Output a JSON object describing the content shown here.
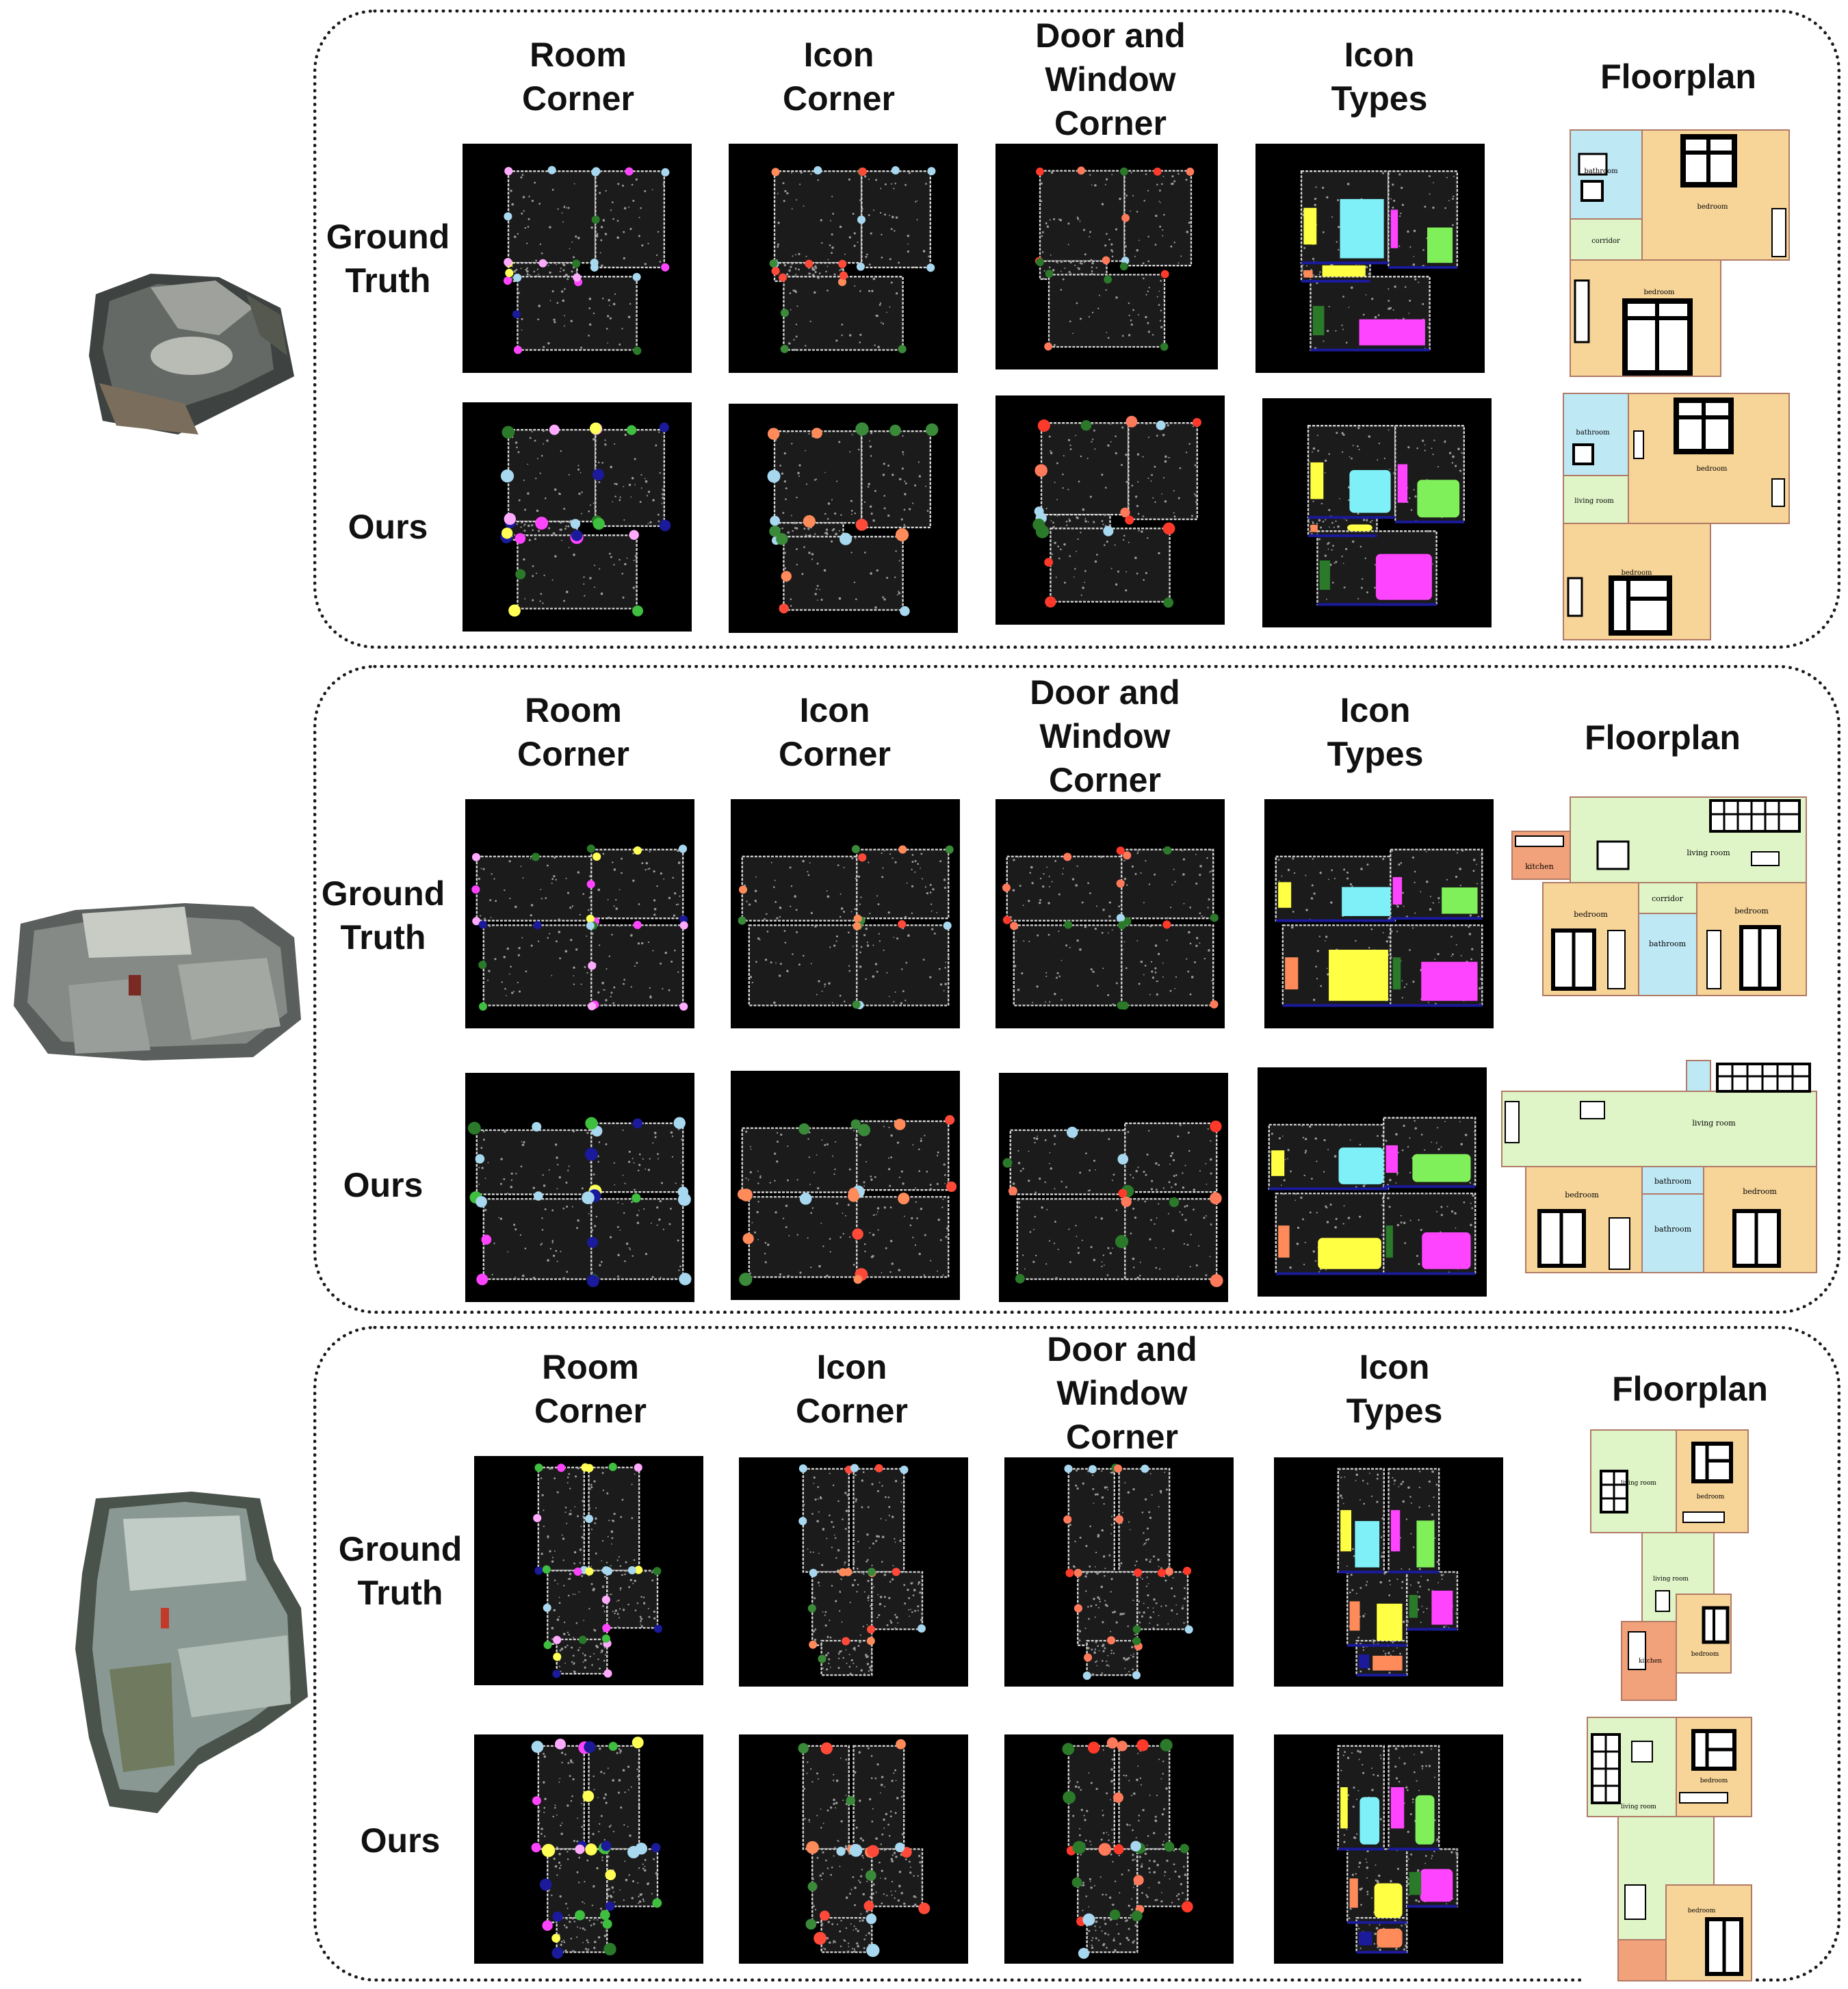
{
  "columns": [
    {
      "lines": [
        "Room",
        "Corner"
      ]
    },
    {
      "lines": [
        "Icon",
        "Corner"
      ]
    },
    {
      "lines": [
        "Door and",
        "Window",
        "Corner"
      ]
    },
    {
      "lines": [
        "Icon",
        "Types"
      ]
    },
    {
      "lines": [
        "Floorplan"
      ]
    }
  ],
  "rows": [
    {
      "lines": [
        "Ground",
        "Truth"
      ]
    },
    {
      "lines": [
        "Ours"
      ]
    }
  ],
  "groups": [
    {
      "floorplans": {
        "gt": [
          "bathroom",
          "corridor",
          "bedroom",
          "bedroom"
        ],
        "ours": [
          "bathroom",
          "living room",
          "bedroom",
          "bedroom"
        ]
      }
    },
    {
      "floorplans": {
        "gt": [
          "kitchen",
          "living room",
          "corridor",
          "bedroom",
          "bathroom",
          "bedroom"
        ],
        "ours": [
          "living room",
          "bathroom",
          "bedroom",
          "bathroom",
          "bedroom"
        ]
      }
    },
    {
      "floorplans": {
        "gt": [
          "living room",
          "bedroom",
          "living room",
          "kitchen",
          "bedroom"
        ],
        "ours": [
          "living room",
          "bedroom",
          "bedroom"
        ]
      }
    }
  ],
  "colors": {
    "room_corner": [
      "#a8d8f0",
      "#3fbf3f",
      "#ffff55",
      "#ff44ff",
      "#2a7a2a",
      "#1a1a9a",
      "#ffaaff"
    ],
    "icon_corner": [
      "#ff4a3a",
      "#a8d8f0",
      "#3a8a3a",
      "#ff8a5a"
    ],
    "door_window_corner": [
      "#ff7a5a",
      "#2a7a2a",
      "#a8d8f0",
      "#ff3a2a"
    ],
    "icon_types": [
      "#7ff0f8",
      "#7ff05a",
      "#ffff44",
      "#ff44ff",
      "#ff8a5a",
      "#2a7a2a",
      "#1a1a9a"
    ],
    "room_fill": {
      "bathroom": "#bfe8f5",
      "corridor": "#dff5c8",
      "living room": "#dff5c8",
      "bedroom": "#f7d498",
      "kitchen": "#f2a27a"
    }
  }
}
